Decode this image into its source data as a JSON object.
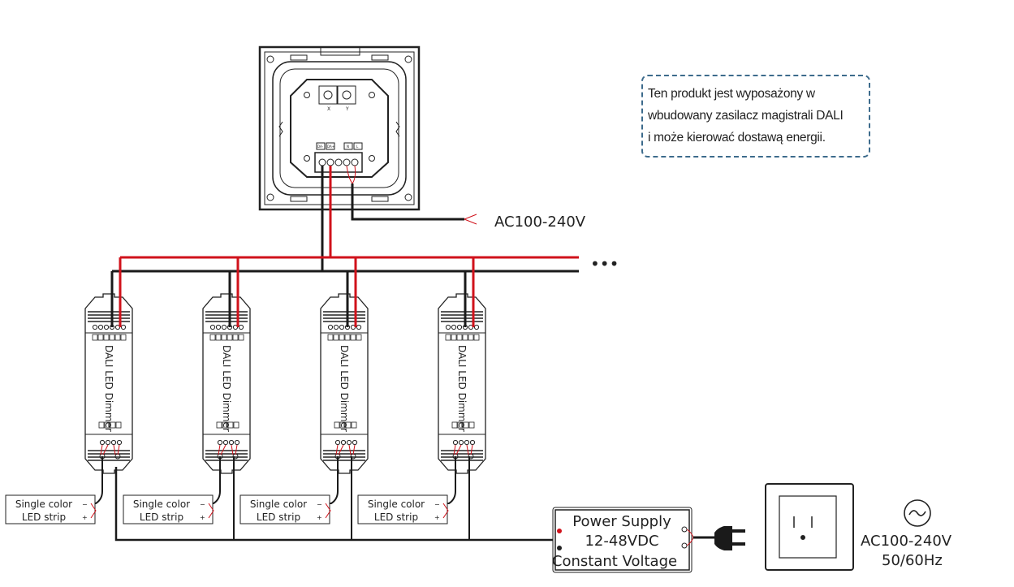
{
  "note": {
    "lines": [
      "Ten produkt jest wyposażony w",
      "wbudowany zasilacz magistrali DALI",
      "i może kierować dostawą energii."
    ]
  },
  "panel": {
    "dial_labels": [
      "X",
      "Y"
    ],
    "terminal_labels": [
      "DA-",
      "DA+",
      "N",
      "L"
    ]
  },
  "ac_input_label": "AC100-240V",
  "bus_continuation": "•••",
  "dimmers": [
    {
      "label": "DALI LED Dimmer"
    },
    {
      "label": "DALI LED Dimmer"
    },
    {
      "label": "DALI LED Dimmer"
    },
    {
      "label": "DALI LED Dimmer"
    }
  ],
  "led_strips": [
    {
      "line1": "Single color",
      "line2": "LED strip",
      "minus": "−",
      "plus": "+"
    },
    {
      "line1": "Single color",
      "line2": "LED strip",
      "minus": "−",
      "plus": "+"
    },
    {
      "line1": "Single color",
      "line2": "LED strip",
      "minus": "−",
      "plus": "+"
    },
    {
      "line1": "Single color",
      "line2": "LED strip",
      "minus": "−",
      "plus": "+"
    }
  ],
  "power_supply": {
    "line1": "Power Supply",
    "line2": "12-48VDC",
    "line3": "Constant Voltage"
  },
  "mains": {
    "voltage": "AC100-240V",
    "frequency": "50/60Hz",
    "icon": "ac-sine-icon"
  },
  "colors": {
    "wire_red": "#d0121b",
    "wire_black": "#1a1a1a",
    "note_border": "#3d6b8c"
  }
}
